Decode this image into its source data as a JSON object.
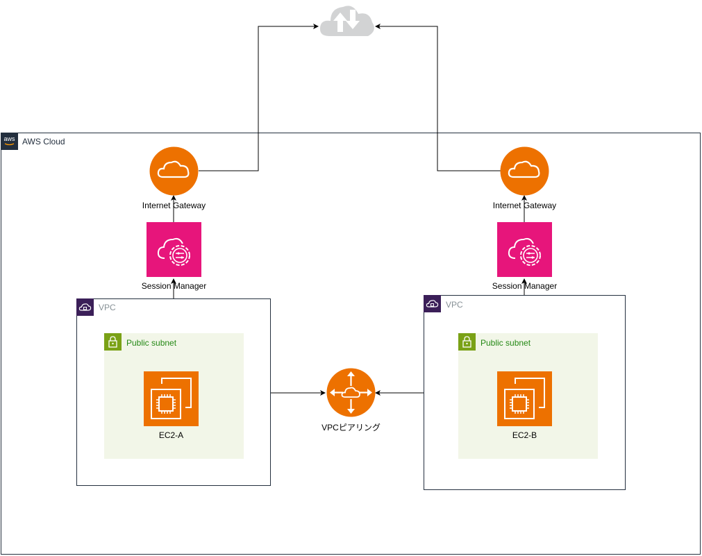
{
  "aws_cloud": {
    "label": "AWS Cloud"
  },
  "internet": {
    "icon": "internet-cloud-icon"
  },
  "left": {
    "igw_label": "Internet Gateway",
    "ssm_label": "Session Manager",
    "vpc_label": "VPC",
    "subnet_label": "Public subnet",
    "ec2_label": "EC2-A"
  },
  "right": {
    "igw_label": "Internet Gateway",
    "ssm_label": "Session Manager",
    "vpc_label": "VPC",
    "subnet_label": "Public subnet",
    "ec2_label": "EC2-B"
  },
  "peering": {
    "label": "VPCピアリング"
  },
  "colors": {
    "igw": "#ed7100",
    "ssm": "#e7157b",
    "ec2": "#ed7100",
    "vpc_badge": "#3b1f58",
    "subnet_badge": "#7aa116",
    "subnet_fill": "#f2f6e8",
    "aws_badge": "#232f3e"
  }
}
